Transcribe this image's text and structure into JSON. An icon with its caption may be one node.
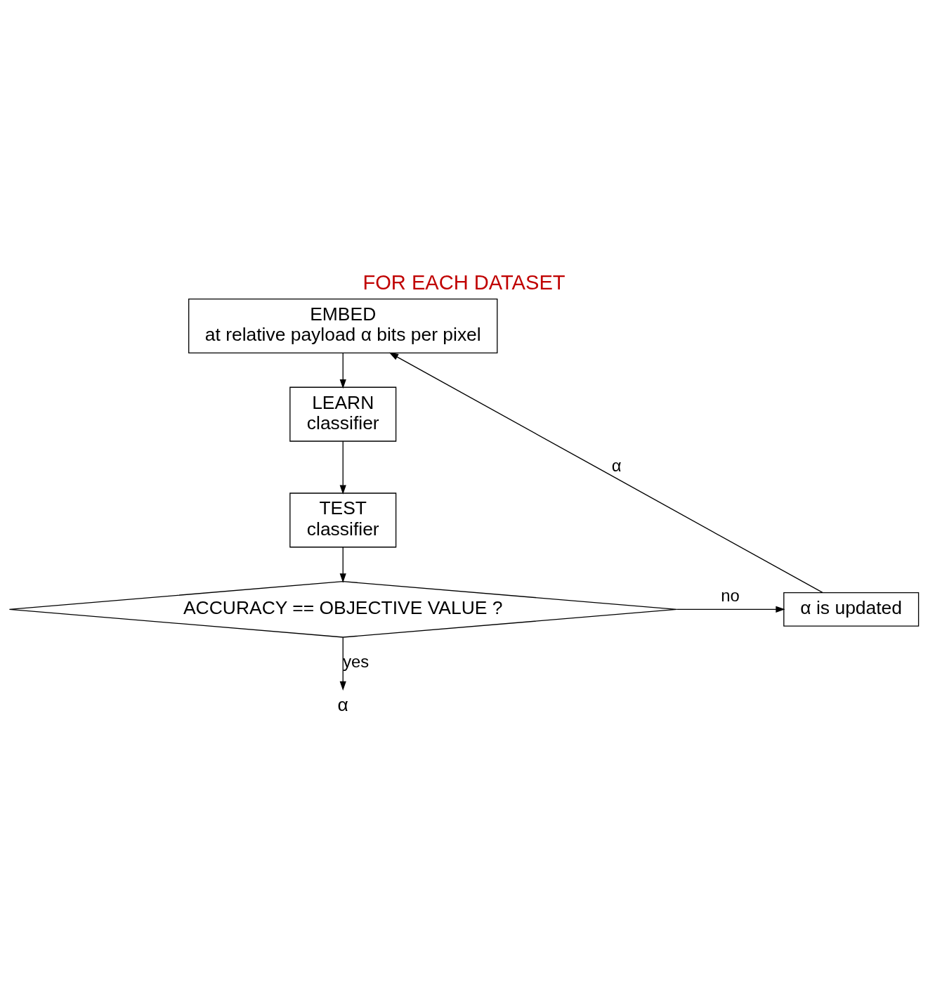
{
  "diagram": {
    "title": "FOR EACH DATASET",
    "nodes": [
      {
        "text": [
          "EMBED",
          "at relative payload α bits per pixel"
        ]
      },
      {
        "text": [
          "LEARN",
          "classifier"
        ]
      },
      {
        "text": [
          "TEST",
          "classifier"
        ]
      },
      {
        "text": [
          "ACCURACY == OBJECTIVE VALUE ?"
        ]
      },
      {
        "text": [
          "α is updated"
        ]
      },
      {
        "text": [
          "α"
        ]
      }
    ],
    "edges": [
      {
        "from": 0,
        "to": 1,
        "arrow": "to"
      },
      {
        "from": 1,
        "to": 2,
        "arrow": "to"
      },
      {
        "from": 2,
        "to": 3,
        "arrow": "to"
      },
      {
        "from": 3,
        "to": 4,
        "arrow": "to",
        "label": "no"
      },
      {
        "from": 3,
        "to": 5,
        "arrow": "to",
        "label": "yes"
      },
      {
        "from": 4,
        "to": 0,
        "arrow": "to",
        "label": "α"
      }
    ]
  }
}
